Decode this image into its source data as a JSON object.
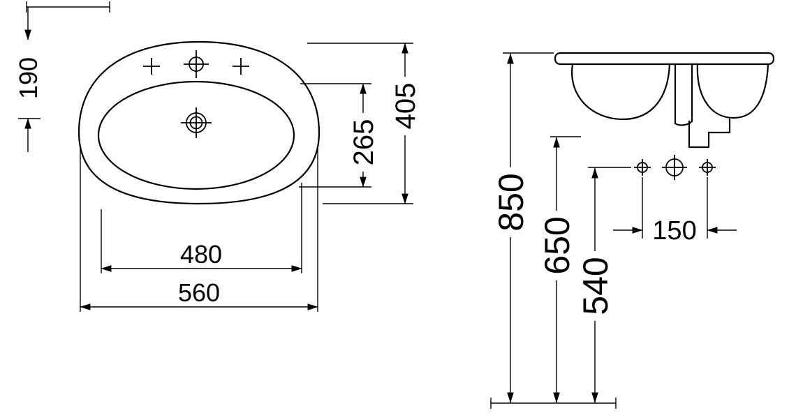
{
  "drawing": {
    "type": "technical-dimension-drawing",
    "subject": "washbasin",
    "colors": {
      "ink": "#000000",
      "background": "#ffffff"
    },
    "top_view": {
      "overall_width": "560",
      "fixing_hole_width": "480",
      "overall_depth": "405",
      "bowl_depth": "265",
      "rear_to_drain": "190"
    },
    "front_view": {
      "rim_height": "850",
      "underside_height": "650",
      "fixing_height": "540",
      "tap_hole_spacing": "150"
    }
  }
}
